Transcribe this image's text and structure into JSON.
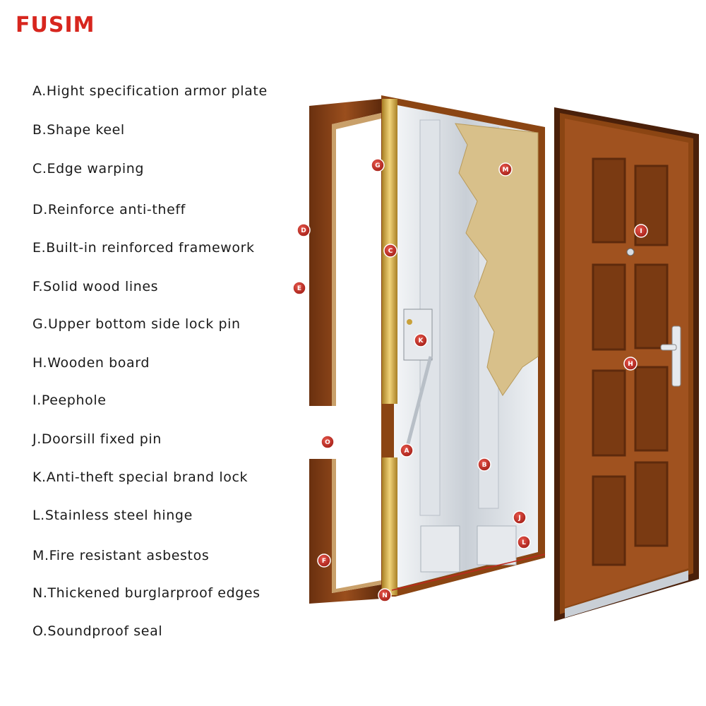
{
  "brand": {
    "logo_text": "FUSIM",
    "color": "#d7261e"
  },
  "legend": [
    "A.Hight specification armor plate",
    "B.Shape keel",
    "C.Edge warping",
    "D.Reinforce anti-theff",
    "E.Built-in reinforced framework",
    "F.Solid wood lines",
    "G.Upper bottom side lock pin",
    "H.Wooden board",
    "I.Peephole",
    "J.Doorsill fixed pin",
    "K.Anti-theft special brand lock",
    "L.Stainless steel hinge",
    "M.Fire resistant asbestos",
    "N.Thickened burglarproof edges",
    "O.Soundproof seal"
  ],
  "markers": [
    "A",
    "B",
    "C",
    "D",
    "E",
    "F",
    "G",
    "H",
    "I",
    "J",
    "K",
    "L",
    "M",
    "N",
    "O"
  ],
  "colors": {
    "wood": "#8b4513",
    "wood_dark": "#5e2a0c",
    "steel": "#d9dde2",
    "gold": "#c9a13a",
    "asbestos": "#d8c08a",
    "marker": "#c0271e"
  }
}
